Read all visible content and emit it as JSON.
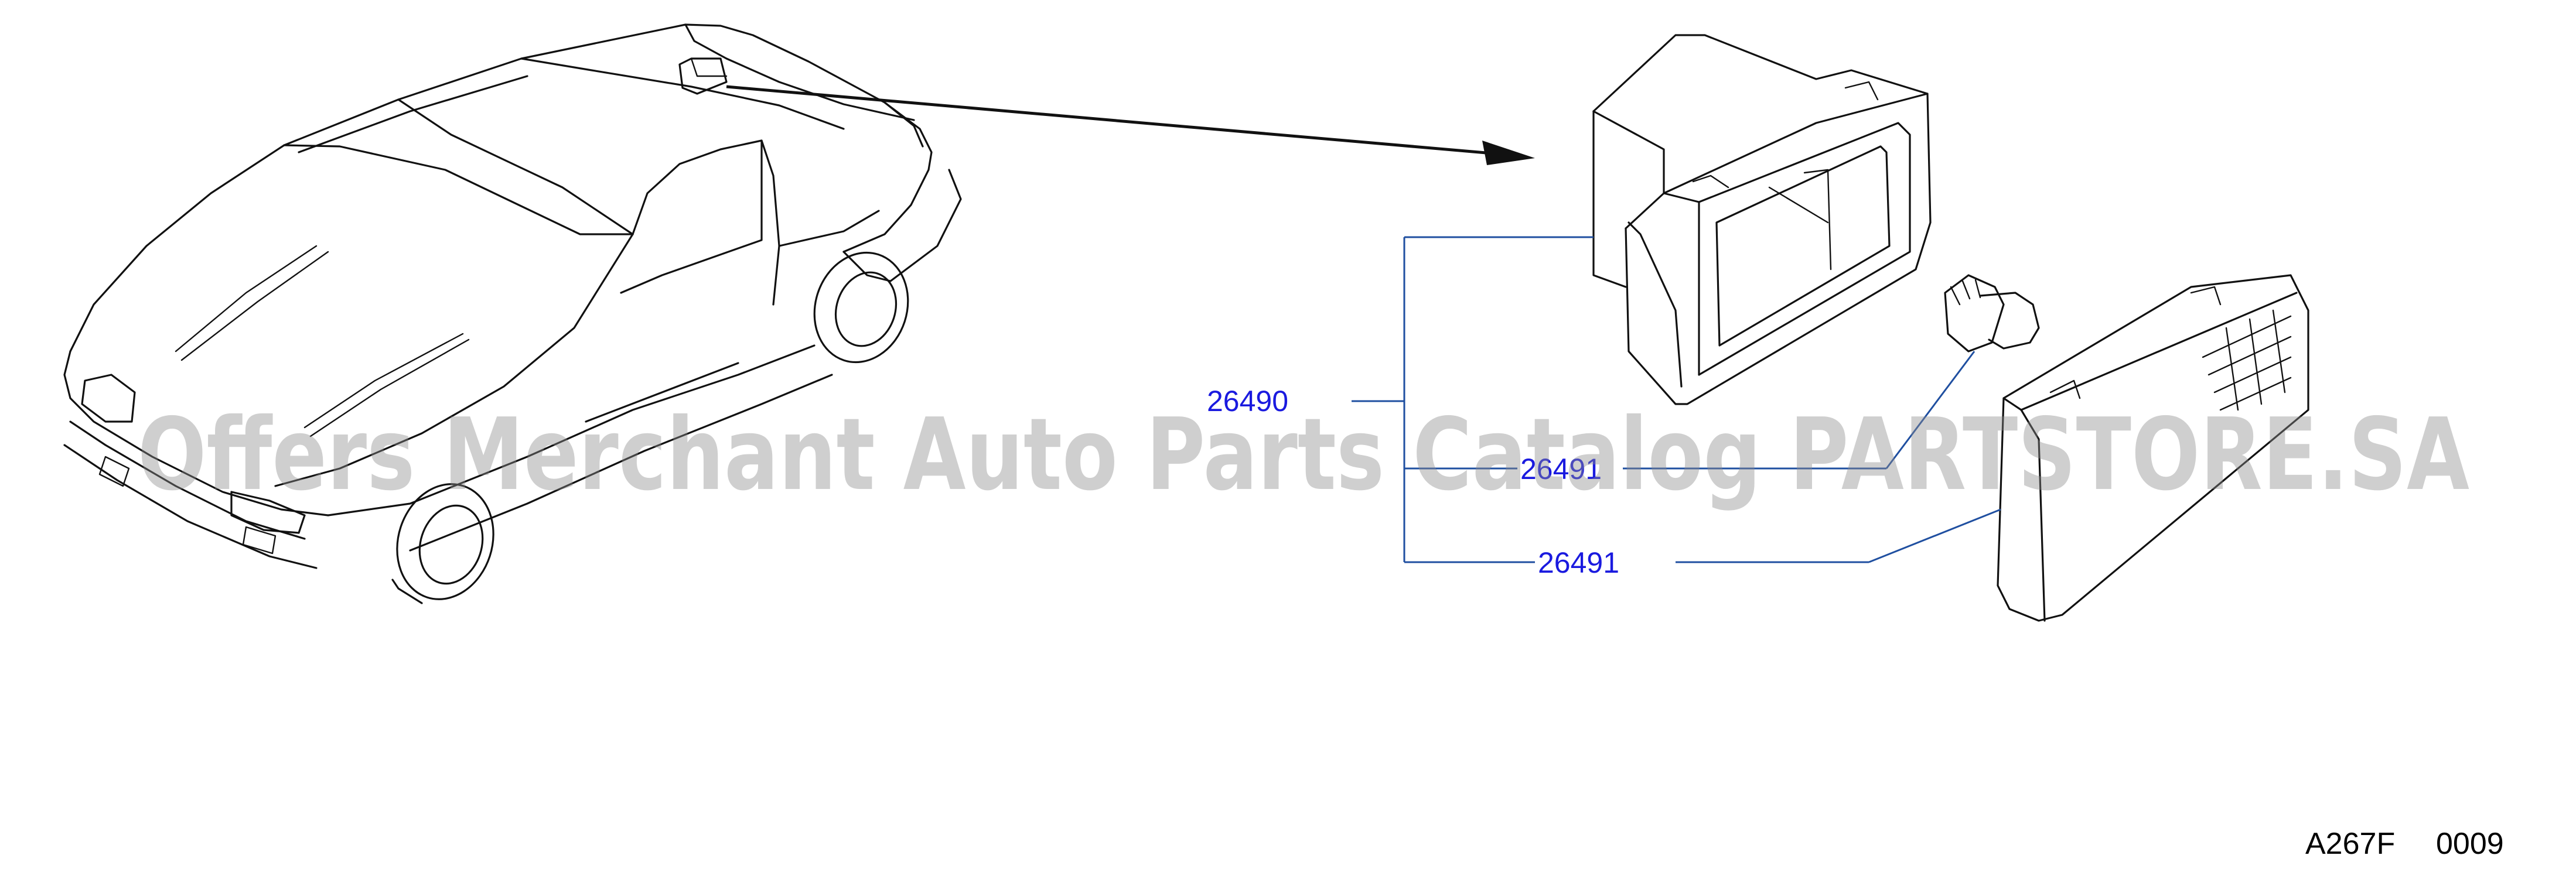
{
  "callouts": [
    {
      "part_number": "26490"
    },
    {
      "part_number": "26491",
      "partially_obscured": true
    },
    {
      "part_number": "26491"
    }
  ],
  "diagram_code": "A267F",
  "diagram_sheet": "0009",
  "watermark": "Offers Merchant Auto Parts Catalog PARTSTORE.SA",
  "colors": {
    "callout_text": "#1a1adf",
    "leader_line": "#1f4fa0",
    "line_art": "#111111",
    "watermark": "#8c8c8c"
  }
}
